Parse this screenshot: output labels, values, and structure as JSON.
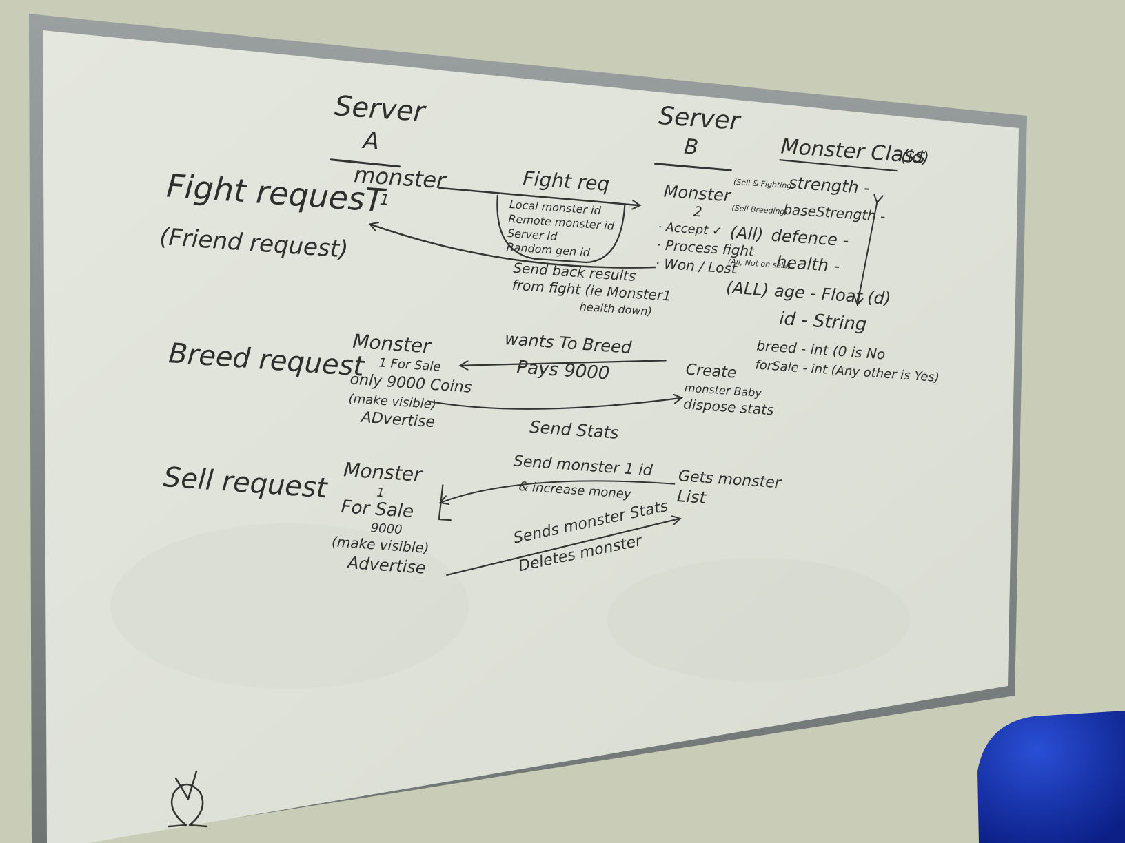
{
  "board": {
    "server_a": {
      "title": "Server",
      "letter": "A",
      "monster": "monster",
      "num": "1"
    },
    "server_b": {
      "title": "Server",
      "letter": "B",
      "monster": "Monster",
      "num": "2",
      "steps": [
        "· Accept ✓",
        "· Process fight",
        "· Won / Lost"
      ]
    },
    "fight": {
      "label": "Fight requesT",
      "sub": "(Friend request)",
      "arrow": "Fight req",
      "fields": [
        "Local monster id",
        "Remote monster id",
        "Server Id",
        "Random gen id"
      ],
      "back": [
        "Send back results",
        "from fight (ie Monster1",
        "health down)"
      ]
    },
    "monster_class": {
      "title": "Monster Class",
      "title_suffix": "(id)",
      "rows": [
        {
          "tag": "(Sell & Fighting)",
          "text": "strength -"
        },
        {
          "tag": "(Sell Breeding)",
          "text": "baseStrength -"
        },
        {
          "tag": "(All)",
          "text": "defence -"
        },
        {
          "tag": "(All, Not on sale)",
          "text": "health -"
        },
        {
          "tag": "(ALL)",
          "text": "age - Float (d)"
        },
        {
          "tag": "",
          "text": "id - String"
        },
        {
          "tag": "",
          "text": "breed - int (0 is No"
        },
        {
          "tag": "",
          "text": "forSale - int (Any other is Yes)"
        }
      ]
    },
    "breed": {
      "label": "Breed request",
      "left": [
        "Monster",
        "1 For Sale",
        "only 9000 Coins",
        "(make visible)",
        "ADvertise"
      ],
      "top_arrow": "wants To Breed",
      "top_sub": "Pays 9000",
      "bottom_arrow": "Send Stats",
      "right": [
        "Create",
        "monster Baby",
        "dispose stats"
      ]
    },
    "sell": {
      "label": "Sell request",
      "left": [
        "Monster",
        "1",
        "For Sale",
        "9000",
        "(make visible)",
        "Advertise"
      ],
      "top_arrow": "Send monster 1 id",
      "top_sub": "& increase money",
      "right": [
        "Gets monster",
        "List"
      ],
      "bottom_arrow": "Sends monster Stats",
      "bottom_sub": "Deletes monster"
    }
  }
}
